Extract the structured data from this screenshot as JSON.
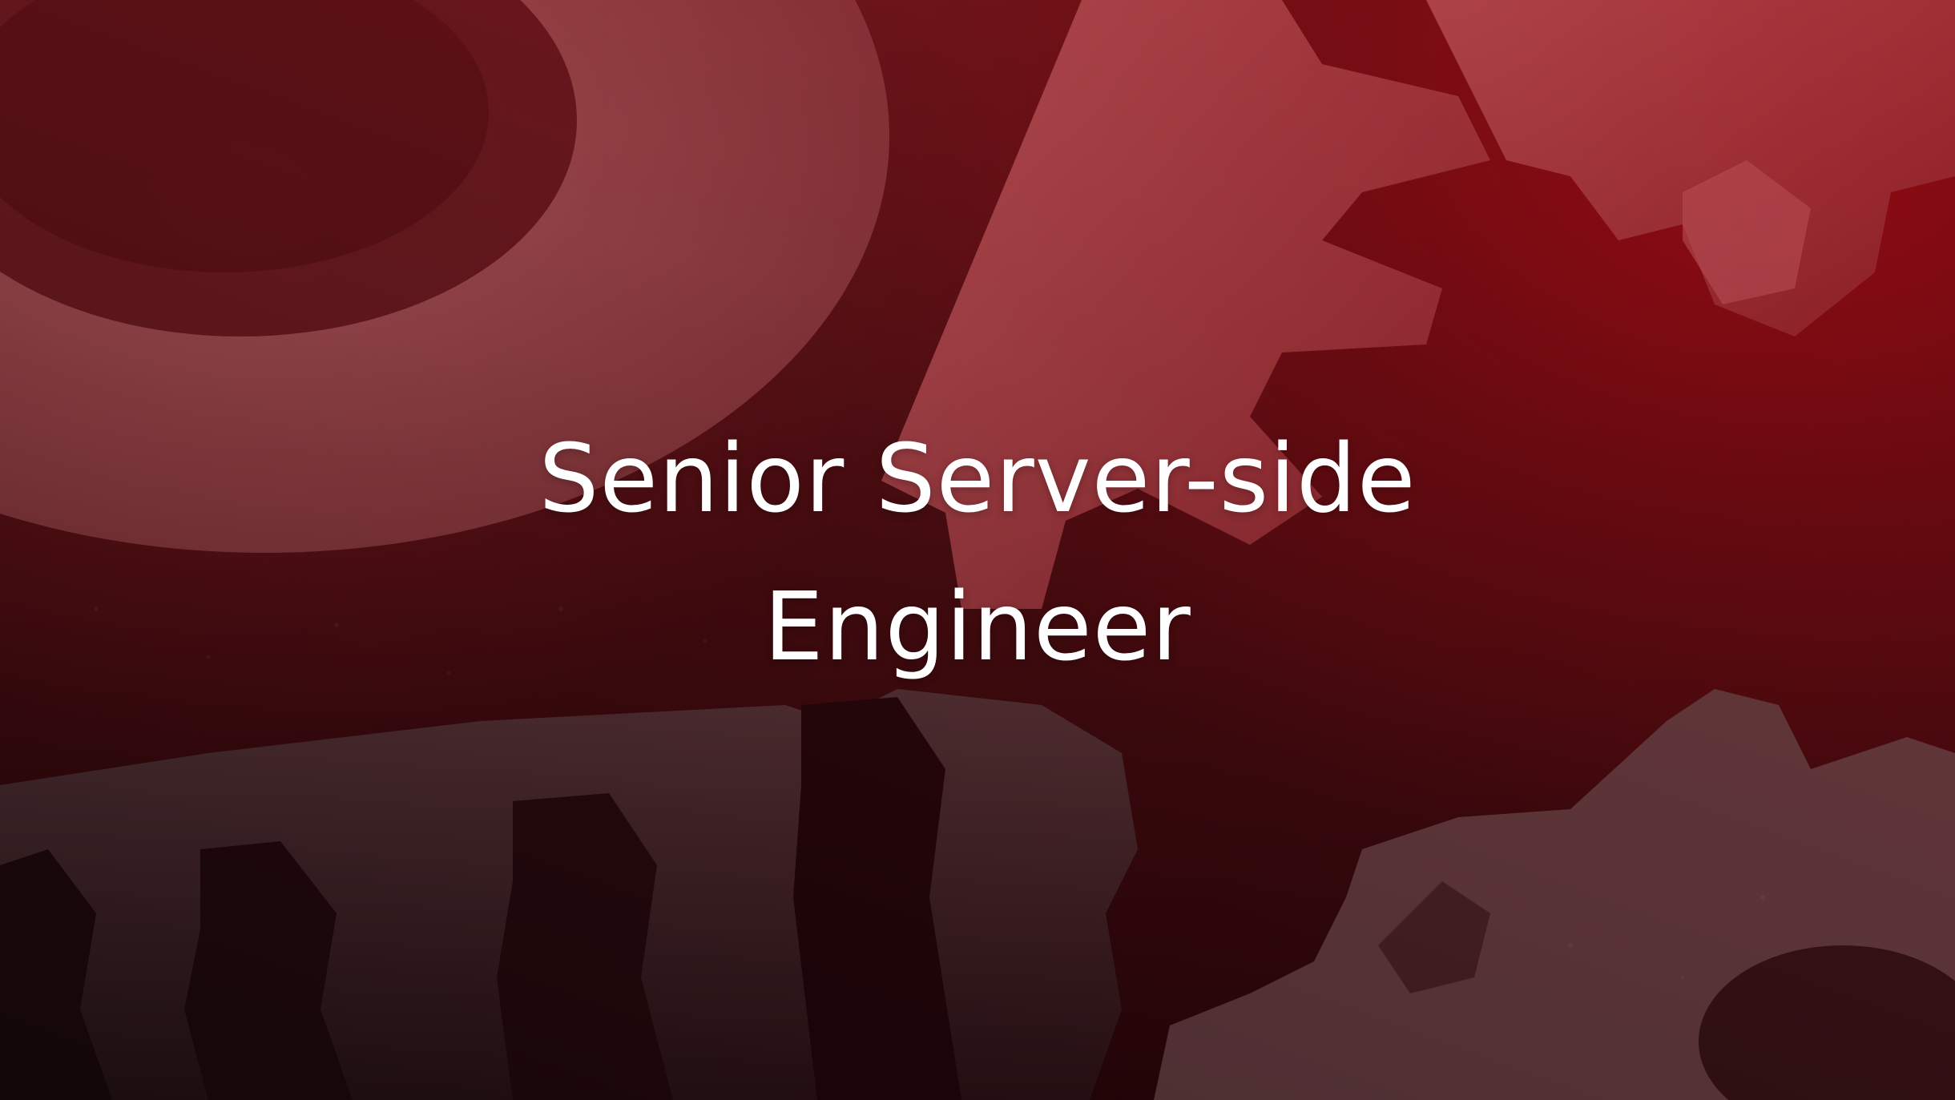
{
  "hero": {
    "title_line_1": "Senior Server-side",
    "title_line_2": "Engineer",
    "background_image": "close-up of interlocking metal gears with red tint overlay",
    "colors": {
      "accent_red": "#8c0a12",
      "text": "#ffffff"
    }
  }
}
